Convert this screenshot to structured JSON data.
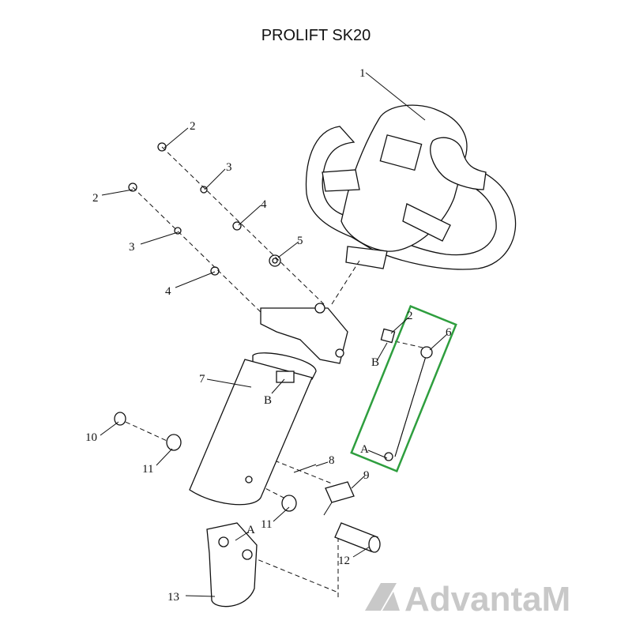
{
  "title": "PROLIFT SK20",
  "callouts": {
    "c1": "1",
    "c2a": "2",
    "c2b": "2",
    "c2c": "2",
    "c3a": "3",
    "c3b": "3",
    "c4a": "4",
    "c4b": "4",
    "c5": "5",
    "c6": "6",
    "c7": "7",
    "c8": "8",
    "c9": "9",
    "c10": "10",
    "c11a": "11",
    "c11b": "11",
    "c12": "12",
    "c13": "13",
    "cA1": "A",
    "cA2": "A",
    "cB1": "B",
    "cB2": "B"
  },
  "highlight_color": "#2e9e3e",
  "watermark": "AdvantaM"
}
